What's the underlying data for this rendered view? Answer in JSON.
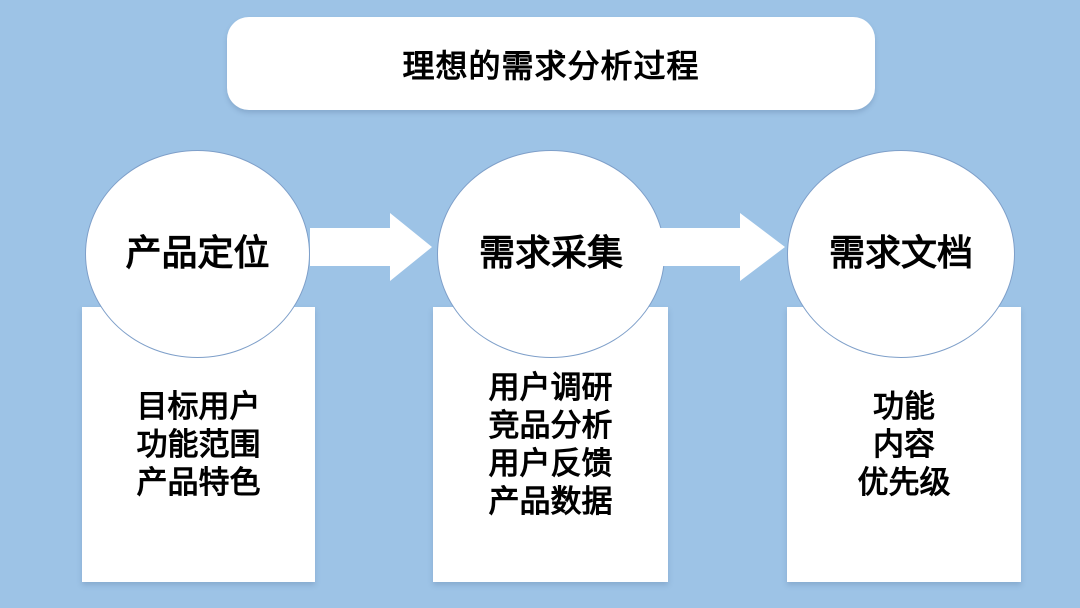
{
  "colors": {
    "background": "#9DC3E6",
    "panel": "#FFFFFF",
    "text": "#000000",
    "circle_border": "#7E9FC9",
    "arrow": "#FFFFFF"
  },
  "title": "理想的需求分析过程",
  "stages": [
    {
      "label": "产品定位",
      "items": [
        "目标用户",
        "功能范围",
        "产品特色"
      ]
    },
    {
      "label": "需求采集",
      "items": [
        "用户调研",
        "竞品分析",
        "用户反馈",
        "产品数据"
      ]
    },
    {
      "label": "需求文档",
      "items": [
        "功能",
        "内容",
        "优先级"
      ]
    }
  ]
}
